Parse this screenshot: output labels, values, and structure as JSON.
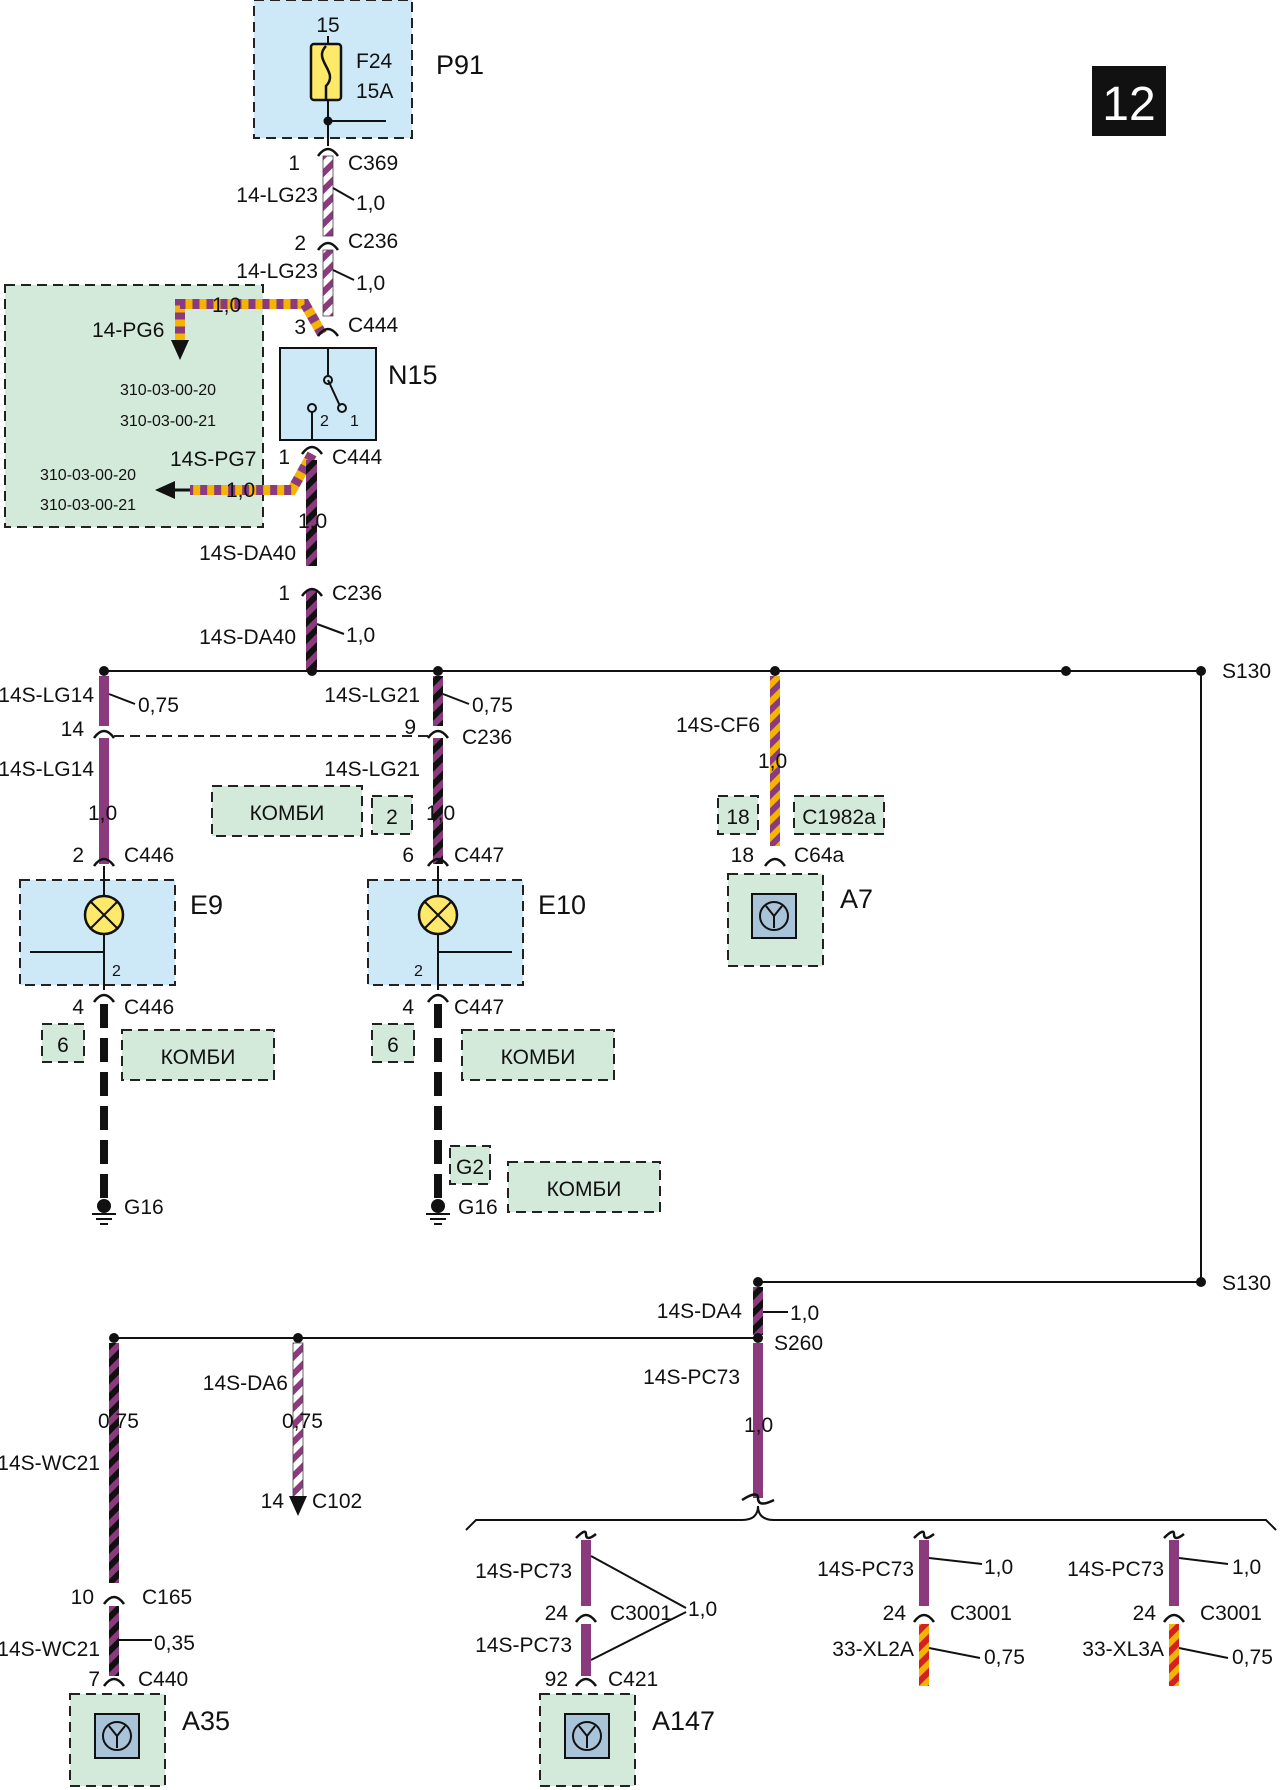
{
  "page_number": "12",
  "fuse": {
    "pin": "15",
    "name": "F24",
    "rating": "15A",
    "unit": "P91"
  },
  "switch_unit": {
    "name": "N15",
    "pin_2": "2",
    "pin_1": "1"
  },
  "labels": {
    "c369": "C369",
    "c236": "C236",
    "c444": "C444",
    "c446": "C446",
    "c447": "C447",
    "c64a": "C64a",
    "c1982a": "C1982a",
    "c165": "C165",
    "c440": "C440",
    "c3001": "C3001",
    "c421": "C421",
    "c102": "C102",
    "s130": "S130",
    "s260": "S260",
    "g16": "G16",
    "g2": "G2",
    "e9": "E9",
    "e10": "E10",
    "a7": "A7",
    "a35": "A35",
    "a147": "A147",
    "kombi": "КОМБИ",
    "ref1": "310-03-00-20",
    "ref2": "310-03-00-21",
    "w_lg23": "14-LG23",
    "w_pg6": "14-PG6",
    "w_pg7": "14S-PG7",
    "w_da40": "14S-DA40",
    "w_lg14": "14S-LG14",
    "w_lg21": "14S-LG21",
    "w_cf6": "14S-CF6",
    "w_da4": "14S-DA4",
    "w_da6": "14S-DA6",
    "w_wc21": "14S-WC21",
    "w_pc73": "14S-PC73",
    "w_xl2a": "33-XL2A",
    "w_xl3a": "33-XL3A",
    "v10": "1,0",
    "v075": "0,75",
    "v035": "0,35",
    "p1": "1",
    "p2": "2",
    "p3": "3",
    "p4": "4",
    "p6": "6",
    "p7": "7",
    "p9": "9",
    "p10": "10",
    "p14": "14",
    "p18": "18",
    "p24": "24",
    "p92": "92"
  }
}
